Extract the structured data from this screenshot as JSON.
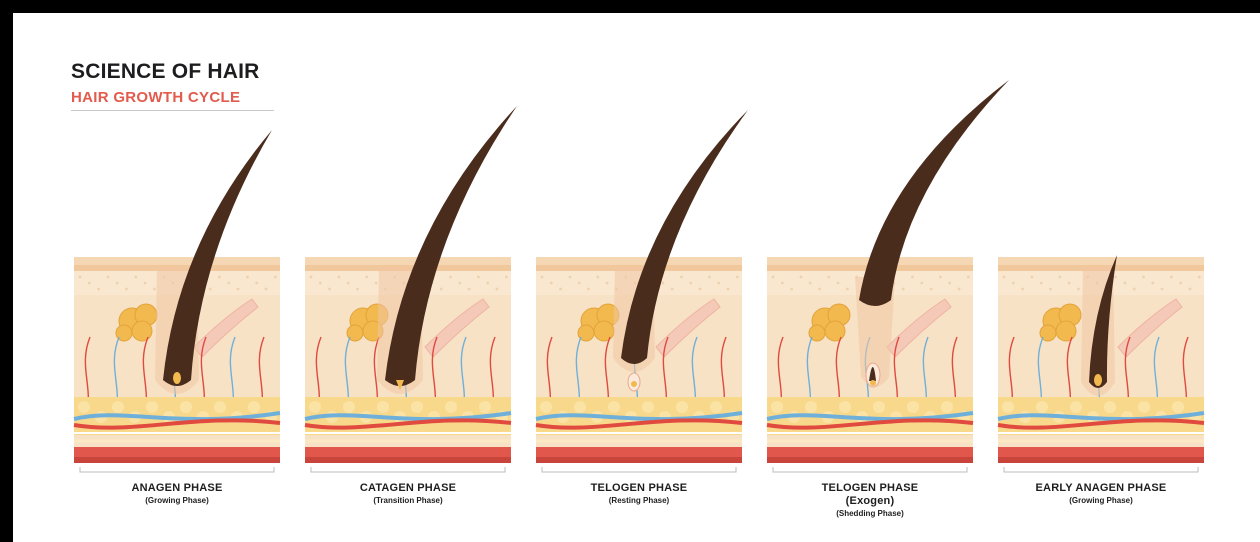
{
  "title": "SCIENCE OF HAIR",
  "subtitle": "HAIR GROWTH CYCLE",
  "phases": [
    {
      "name": "ANAGEN PHASE",
      "note": "(Growing Phase)",
      "extra": "",
      "state": "growing"
    },
    {
      "name": "CATAGEN PHASE",
      "note": "(Transition Phase)",
      "extra": "",
      "state": "transition"
    },
    {
      "name": "TELOGEN PHASE",
      "note": "(Resting Phase)",
      "extra": "",
      "state": "resting"
    },
    {
      "name": "TELOGEN PHASE",
      "note": "(Exogen)",
      "extra": "(Shedding Phase)",
      "state": "shedding"
    },
    {
      "name": "EARLY ANAGEN PHASE",
      "note": "(Growing Phase)",
      "extra": "",
      "state": "early-growing"
    }
  ],
  "colors": {
    "title": "#1d1d1f",
    "subtitle": "#e25b4c",
    "hair": "#4a2c1d",
    "skin_surface": "#f4cfa6",
    "dermis": "#f7e2c6",
    "fat": "#f8d98c",
    "muscle": "#e2574c",
    "artery": "#e04a3f",
    "vein": "#6fb0da"
  }
}
